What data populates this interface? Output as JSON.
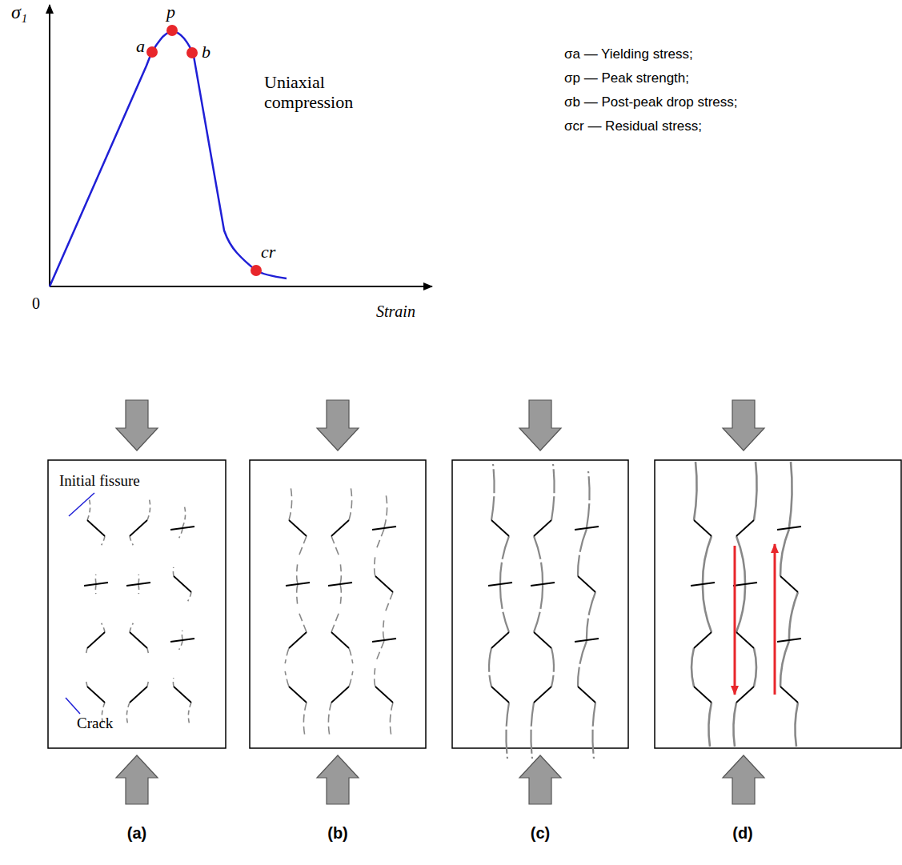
{
  "diagram": {
    "labels": [
      "σ₁",
      "0",
      "Strain",
      "a",
      "p",
      "b",
      "cr",
      "Uniaxial compression",
      "σa — Yielding stress;",
      "σp — Peak strength;",
      "σb — Post-peak drop stress;",
      "σcr — Residual stress;",
      "Initial fissure",
      "Crack",
      "(a)",
      "(b)",
      "(c)",
      "(d)"
    ]
  }
}
